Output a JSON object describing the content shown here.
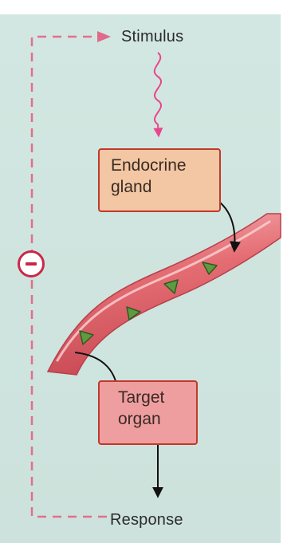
{
  "diagram": {
    "stimulus_label": "Stimulus",
    "response_label": "Response",
    "endocrine_gland": {
      "line1": "Endocrine",
      "line2": "gland"
    },
    "target_organ": {
      "line1": "Target",
      "line2": "organ"
    },
    "feedback_sign": "−"
  },
  "colors": {
    "feedback_dash": "#e0708a",
    "stimulus_wave": "#e8468c",
    "endocrine_fill": "#f3c7a3",
    "target_fill": "#ef9ea0",
    "box_border": "#c0392b",
    "vessel": "#e0666e",
    "hormone": "#5f9a41",
    "background": "#d3e7e2"
  }
}
